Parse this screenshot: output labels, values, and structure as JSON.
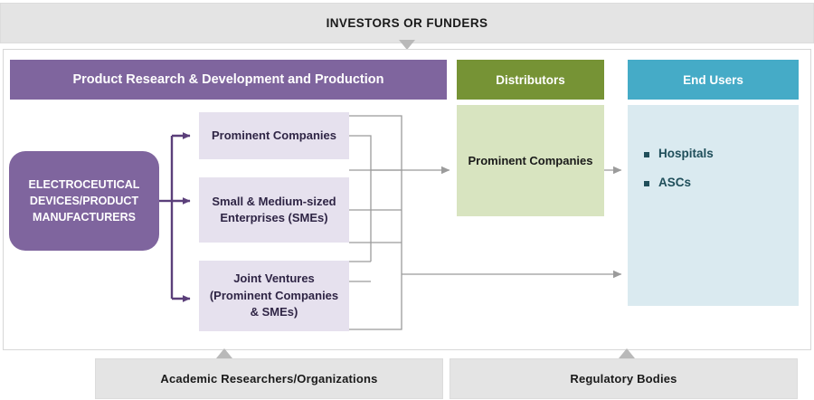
{
  "top_band": {
    "label": "INVESTORS OR FUNDERS"
  },
  "bottom_bands": [
    {
      "label": "Academic Researchers/Organizations"
    },
    {
      "label": "Regulatory Bodies"
    }
  ],
  "columns": {
    "product_rd": {
      "header": "Product Research & Development and Production",
      "header_color": "#7f659e",
      "source_node": "ELECTROCEUTICAL DEVICES/PRODUCT MANUFACTURERS",
      "nodes": [
        {
          "label": "Prominent Companies"
        },
        {
          "label": "Small & Medium-sized Enterprises (SMEs)"
        },
        {
          "label": "Joint Ventures (Prominent Companies & SMEs)"
        }
      ],
      "node_fill": "#e6e1ee"
    },
    "distributors": {
      "header": "Distributors",
      "header_color": "#769335",
      "nodes": [
        {
          "label": "Prominent Companies"
        }
      ],
      "node_fill": "#d8e4c0"
    },
    "end_users": {
      "header": "End Users",
      "header_color": "#45abc7",
      "node_fill": "#daeaf0",
      "items": [
        {
          "label": "Hospitals"
        },
        {
          "label": "ASCs"
        }
      ]
    }
  },
  "connector_colors": {
    "purple_arrow": "#5b3f7a",
    "gray_wire": "#9b9b9b",
    "gray_triangle": "#b9b9b9"
  }
}
